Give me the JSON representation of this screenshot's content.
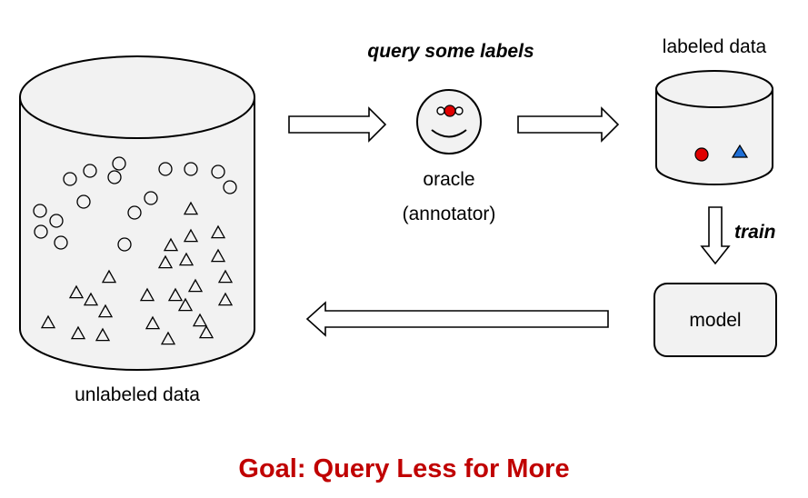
{
  "labels": {
    "unlabeled_data": "unlabeled data",
    "query": "query some labels",
    "oracle_line1": "oracle",
    "oracle_line2": "(annotator)",
    "labeled_data": "labeled data",
    "train": "train",
    "model": "model"
  },
  "goal": "Goal: Query Less for More",
  "colors": {
    "goal": "#c00000",
    "stroke": "#000000",
    "fill": "#f2f2f2",
    "red_circle": "#e00000",
    "blue_triangle": "#1f6fd6"
  }
}
